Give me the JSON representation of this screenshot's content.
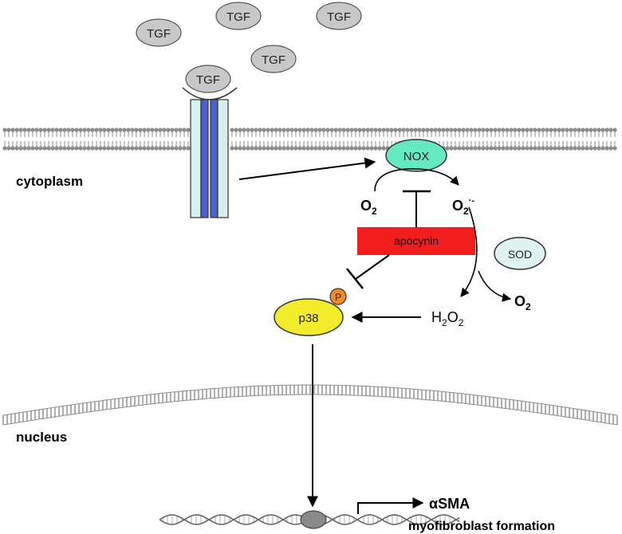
{
  "ligands": {
    "label": "TGF",
    "count": 5
  },
  "compartments": {
    "cytoplasm": "cytoplasm",
    "nucleus": "nucleus"
  },
  "nodes": {
    "nox": "NOX",
    "sod": "SOD",
    "p38": "p38",
    "phospho": "P",
    "apocynin": "apocynin"
  },
  "species": {
    "o2_base": "O",
    "o2_sub": "2",
    "superoxide_base": "O",
    "superoxide_sub": "2",
    "superoxide_sup": "·-",
    "o2_out_base": "O",
    "o2_out_sub": "2",
    "h2o2_h": "H",
    "h2o2_sub1": "2",
    "h2o2_o": "O",
    "h2o2_sub2": "2"
  },
  "outputs": {
    "gene": "αSMA",
    "outcome": "myofibroblast formation"
  },
  "colors": {
    "ligand_fill": "#c8c8c8",
    "receptor_outer": "#d8f0ec",
    "receptor_inner": "#4a5fd6",
    "nox_fill": "#66e8c0",
    "sod_fill": "#dff2f2",
    "apocynin_fill": "#f21d1d",
    "p38_fill": "#f2ec2a",
    "phospho_fill": "#f28a2a",
    "membrane": "#8c8c8c",
    "dna": "#9a9a9a",
    "dna_knot": "#8a8a8a"
  }
}
